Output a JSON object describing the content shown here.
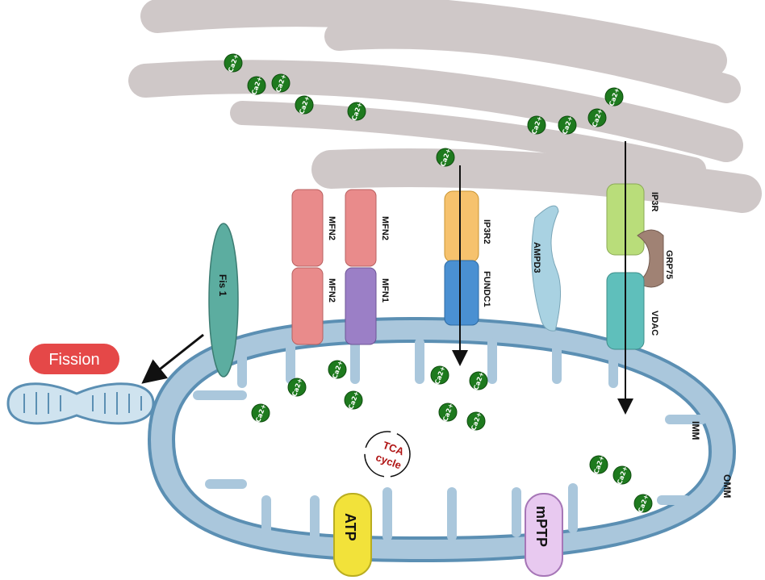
{
  "labels": {
    "mfn2_top_left": "MFN2",
    "mfn2_bottom_left": "MFN2",
    "mfn2_top_right": "MFN2",
    "mfn1": "MFN1",
    "ip3r2": "IP3R2",
    "fundc1": "FUNDC1",
    "ampd3": "AMPD3",
    "ip3r": "IP3R",
    "grp75": "GRP75",
    "vdac": "VDAC",
    "fis1": "Fis 1",
    "fission": "Fission",
    "tca_line1": "TCA",
    "tca_line2": "cycle",
    "atp": "ATP",
    "mptp": "mPTP",
    "imm": "IMM",
    "omm": "OMM"
  },
  "calcium_ion": {
    "label": "Ca2+"
  },
  "colors": {
    "er": "#cfc8c8",
    "mito_outer": "#aac7dc",
    "mito_outline": "#5b8fb3",
    "calcium": "#1e7a1e",
    "mfn2": "#e98b8b",
    "mfn1": "#9b7fc6",
    "ip3r2": "#f6c26d",
    "fundc1": "#4a90d2",
    "ampd3": "#a9d2e2",
    "ip3r": "#b9dd7a",
    "grp75": "#a08274",
    "vdac": "#5fbfbb",
    "fis1": "#5cada0",
    "fission": "#e54848",
    "atp": "#f2e23a",
    "mptp": "#e8c9f0",
    "tca": "#b01414"
  }
}
